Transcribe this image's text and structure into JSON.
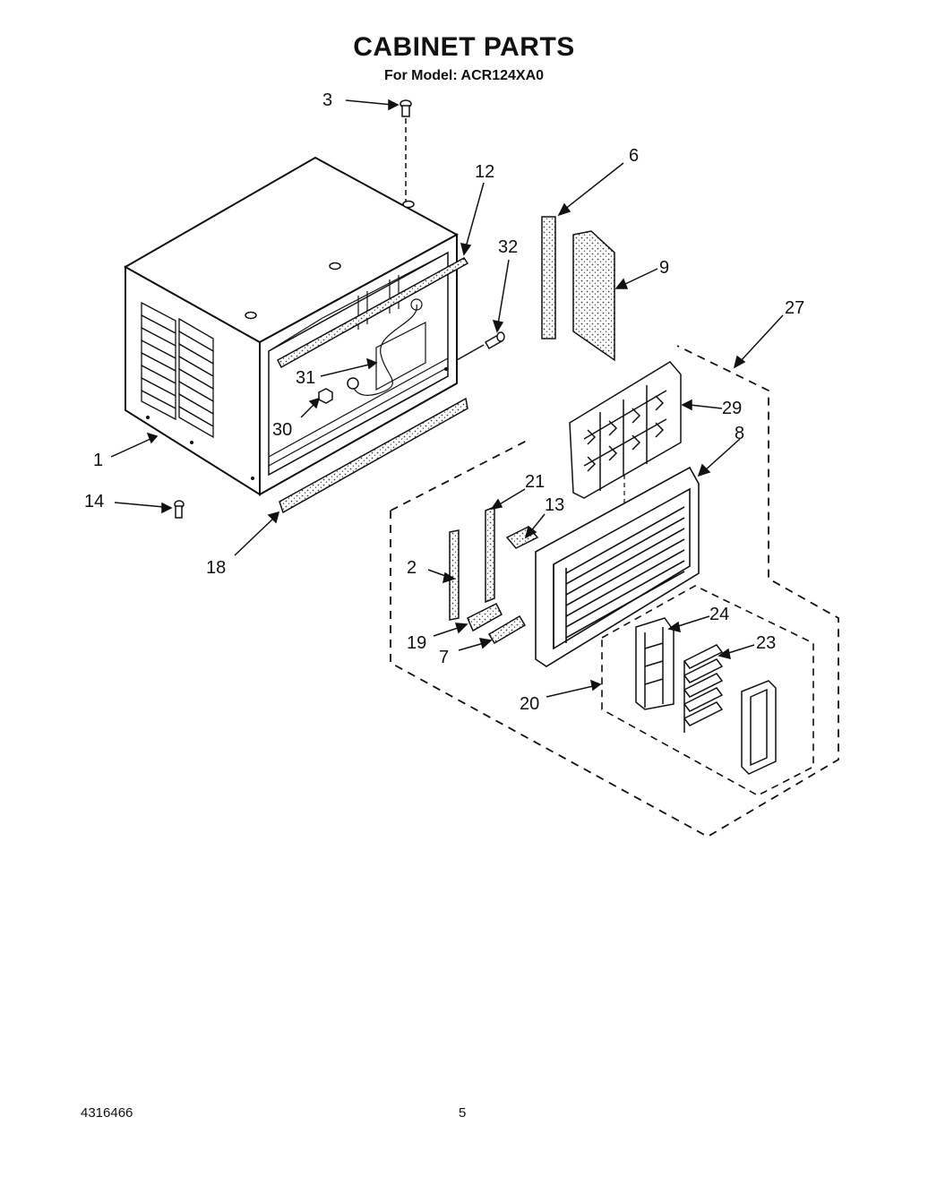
{
  "header": {
    "title": "CABINET PARTS",
    "subtitle": "For Model: ACR124XA0"
  },
  "footer": {
    "doc_number": "4316466",
    "page_number": "5"
  },
  "callouts": [
    "3",
    "12",
    "6",
    "9",
    "32",
    "27",
    "31",
    "30",
    "29",
    "8",
    "1",
    "14",
    "18",
    "21",
    "13",
    "2",
    "19",
    "7",
    "24",
    "23",
    "20"
  ]
}
